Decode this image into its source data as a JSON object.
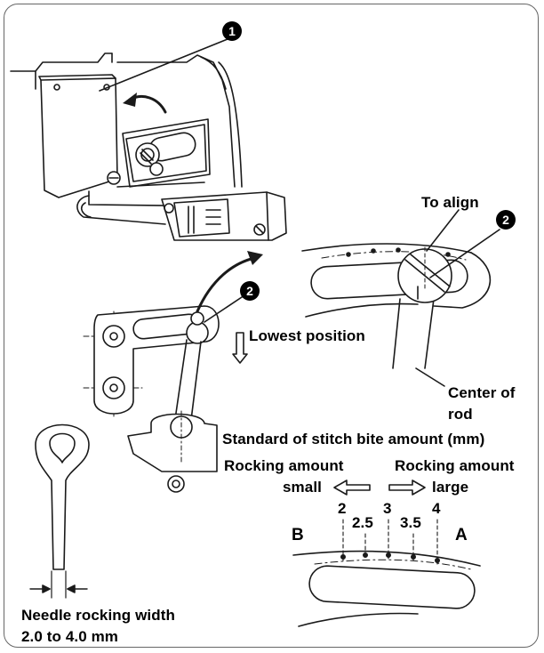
{
  "labels": {
    "badge_1": "1",
    "badge_2": "2",
    "to_align": "To align",
    "lowest_position": "Lowest position",
    "center_of_rod_line1": "Center of",
    "center_of_rod_line2": "rod",
    "standard_of_stitch": "Standard of stitch bite amount (mm)",
    "rocking_small_line1": "Rocking amount",
    "rocking_small_line2": "small",
    "rocking_large_line1": "Rocking amount",
    "rocking_large_line2": "large",
    "point_b": "B",
    "point_a": "A",
    "needle_width_line1": "Needle rocking width",
    "needle_width_line2": "2.0 to 4.0 mm"
  },
  "scale": {
    "ticks": [
      "2",
      "2.5",
      "3",
      "3.5",
      "4"
    ]
  },
  "colors": {
    "line": "#1a1a1a",
    "frame": "#666666"
  }
}
